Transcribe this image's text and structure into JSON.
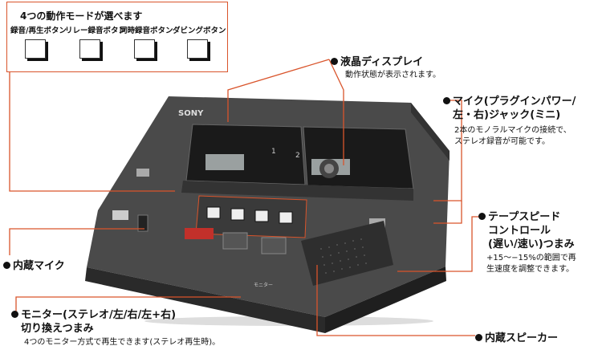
{
  "mode_panel": {
    "title": "4つの動作モードが選べます",
    "buttons": [
      "録音/再生ボタン",
      "リレー録音ボタン",
      "同時録音ボタン",
      "ダビングボタン"
    ]
  },
  "device": {
    "brand": "SONY",
    "deck1_number": "1",
    "deck2_number": "2",
    "monitor_label": "モニター"
  },
  "callouts": {
    "lcd": {
      "title": "液晶ディスプレイ",
      "desc": "動作状態が表示されます。"
    },
    "mic_jack": {
      "title_lines": [
        "マイク(プラグインパワー/",
        "左・右)ジャック(ミニ)"
      ],
      "desc_lines": [
        "2本のモノラルマイクの接続で、",
        "ステレオ録音が可能です。"
      ]
    },
    "tape_speed": {
      "title_lines": [
        "テープスピード",
        "コントロール",
        "(遅い/速い)つまみ"
      ],
      "desc_lines": [
        "+15〜−15%の範囲で再",
        "生速度を調整できます。"
      ]
    },
    "builtin_mic": {
      "title": "内蔵マイク"
    },
    "monitor": {
      "title_lines": [
        "モニター(ステレオ/左/右/左+右)",
        "切り換えつまみ"
      ],
      "desc": "4つのモニター方式で再生できます(ステレオ再生時)。"
    },
    "speaker": {
      "title": "内蔵スピーカー"
    }
  },
  "colors": {
    "accent_line": "#d9542b",
    "device_body": "#3a3a3a"
  }
}
